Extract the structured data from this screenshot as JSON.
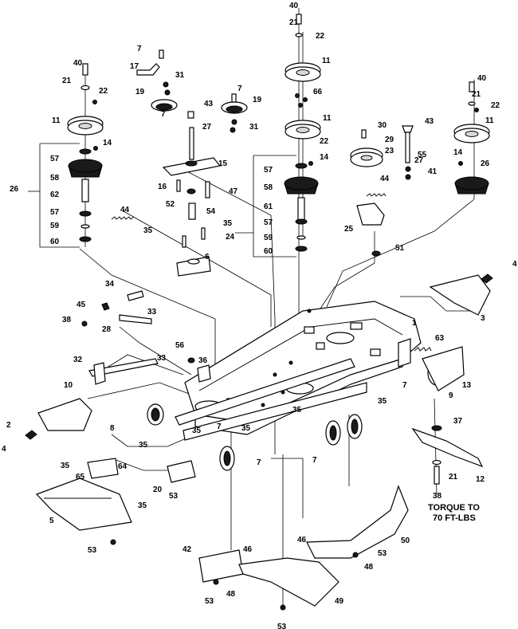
{
  "torque_note": {
    "line1": "TORQUE TO",
    "line2": "70 FT-LBS"
  },
  "callouts": [
    "1",
    "2",
    "3",
    "4",
    "4",
    "5",
    "6",
    "7",
    "7",
    "7",
    "7",
    "7",
    "7",
    "7",
    "8",
    "9",
    "10",
    "11",
    "11",
    "11",
    "11",
    "12",
    "13",
    "14",
    "14",
    "14",
    "15",
    "16",
    "17",
    "19",
    "19",
    "20",
    "21",
    "21",
    "21",
    "21",
    "22",
    "22",
    "22",
    "22",
    "23",
    "24",
    "25",
    "26",
    "26",
    "27",
    "27",
    "28",
    "29",
    "30",
    "31",
    "31",
    "32",
    "33",
    "33",
    "34",
    "35",
    "35",
    "35",
    "35",
    "35",
    "35",
    "35",
    "35",
    "35",
    "36",
    "37",
    "38",
    "38",
    "40",
    "40",
    "40",
    "41",
    "42",
    "43",
    "43",
    "44",
    "44",
    "45",
    "46",
    "46",
    "47",
    "48",
    "48",
    "49",
    "50",
    "51",
    "52",
    "53",
    "53",
    "53",
    "53",
    "53",
    "54",
    "55",
    "56",
    "57",
    "57",
    "57",
    "57",
    "58",
    "58",
    "59",
    "59",
    "60",
    "60",
    "61",
    "62",
    "63",
    "64",
    "65",
    "66"
  ]
}
